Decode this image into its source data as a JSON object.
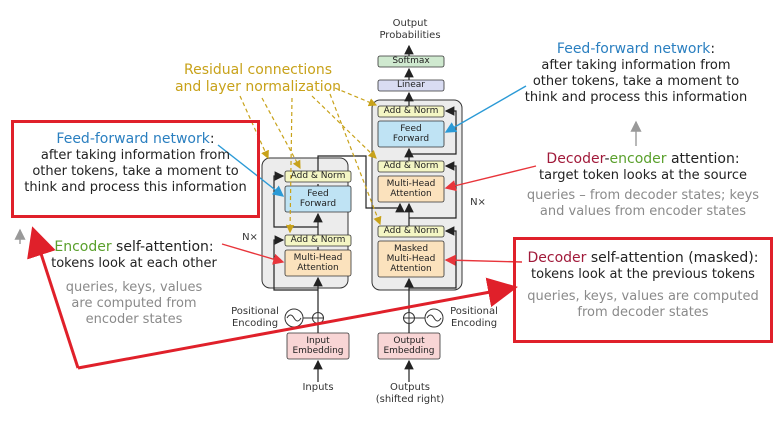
{
  "arch": {
    "output_probabilities": [
      "Output",
      "Probabilities"
    ],
    "softmax": "Softmax",
    "linear": "Linear",
    "add_norm": "Add & Norm",
    "feed_forward": [
      "Feed",
      "Forward"
    ],
    "multi_head_attention": [
      "Multi-Head",
      "Attention"
    ],
    "masked_attention": [
      "Masked",
      "Multi-Head",
      "Attention"
    ],
    "nx": "N×",
    "positional_encoding": [
      "Positional",
      "Encoding"
    ],
    "input_embedding": [
      "Input",
      "Embedding"
    ],
    "output_embedding": [
      "Output",
      "Embedding"
    ],
    "inputs": "Inputs",
    "outputs": [
      "Outputs",
      "(shifted right)"
    ]
  },
  "annotations": {
    "residual": [
      "Residual connections",
      "and layer normalization"
    ],
    "ffn_right": {
      "title": "Feed-forward network",
      "colon": ":",
      "lines": [
        "after taking information from",
        "other tokens, take a moment to",
        "think and process this information"
      ]
    },
    "ffn_left": {
      "title": "Feed-forward network",
      "colon": ":",
      "lines": [
        "after taking information from",
        "other tokens, take a moment to",
        "think and process this information"
      ]
    },
    "dec_enc": {
      "word1": "Decoder",
      "dash": "-",
      "word2": "encoder",
      "rest": " attention:",
      "line2": "target token looks at the source",
      "grey": [
        "queries – from decoder states; keys",
        "and values from encoder states"
      ]
    },
    "enc_self": {
      "word": "Encoder",
      "rest": " self-attention:",
      "line2": "tokens look at each other",
      "grey": [
        "queries, keys, values",
        "are computed from",
        "encoder states"
      ]
    },
    "dec_self": {
      "word": "Decoder",
      "rest": " self-attention (masked):",
      "line2": "tokens look at the previous tokens",
      "grey": [
        "queries, keys, values are computed",
        "from decoder states"
      ]
    }
  },
  "colors": {
    "highlight_red": "#e0202a",
    "arrow_red": "#e8353b",
    "arrow_blue": "#2b9ad6",
    "residual_gold": "#c8a21a",
    "ff_fill": "#bfe3f4",
    "attn_fill": "#fbe2bd",
    "addnorm_fill": "#f4f6c4",
    "softmax_fill": "#cfe9cf",
    "linear_fill": "#d9dcf2",
    "embed_fill": "#f8d5d5",
    "stack_fill": "#ececec"
  }
}
